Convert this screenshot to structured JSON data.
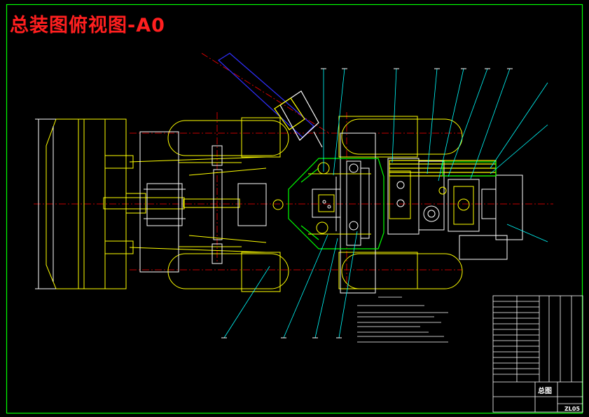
{
  "title": "总装图俯视图-A0",
  "colors": {
    "background": "#000000",
    "frame": "#00ff00",
    "title": "#ff1f1f",
    "outline_yellow": "#ffff00",
    "outline_white": "#ffffff",
    "leader_cyan": "#00ffff",
    "center_red": "#ff0000",
    "blue": "#3030ff",
    "green": "#00ff00"
  },
  "title_block": {
    "name": "总图",
    "drawing_no": "ZL05"
  }
}
